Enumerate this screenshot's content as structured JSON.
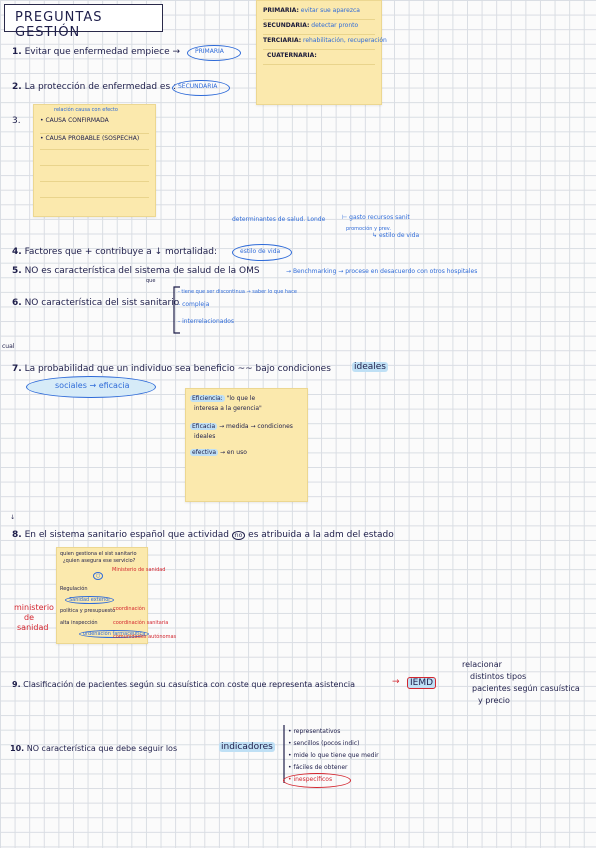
{
  "title": "PREGUNTAS GESTIÓN",
  "note_top": {
    "lines": [
      {
        "label": "PRIMARIA:",
        "text": "evitar sue aparezca"
      },
      {
        "label": "SECUNDARIA:",
        "text": "detectar pronto"
      },
      {
        "label": "TERCIARIA:",
        "text": "rehabilitación, recuperación"
      },
      {
        "label": "CUATERNARIA:",
        "text": ""
      }
    ]
  },
  "q1": {
    "num": "1.",
    "text": "Evitar que enfermedad empiece",
    "answer": "PRIMARIA"
  },
  "q2": {
    "num": "2.",
    "text": "La protección de enfermedad es",
    "answer": "SECUNDARIA"
  },
  "q3": {
    "num": "3.",
    "note_caption": "relación causa con efecto",
    "items": [
      "CAUSA CONFIRMADA",
      "CAUSA PROBABLE (SOSPECHA)"
    ]
  },
  "determinantes": {
    "text": "determinantes de salud. Londe",
    "branches": [
      "gasto recursos sanit",
      "estilo de vida"
    ],
    "small": "promoción y prev."
  },
  "q4": {
    "num": "4.",
    "text": "Factores que + contribuye a ↓ mortalidad:",
    "answer": "estilo de vida"
  },
  "q5": {
    "num": "5.",
    "text": "NO es característica del sistema de salud de la OMS",
    "note": "que",
    "answer": "Benchmarking → procese en desacuerdo con otros hospitales"
  },
  "q6": {
    "num": "6.",
    "text": "NO característica del sist sanitario",
    "items": [
      "tiene que ser discontinua → saber lo que hace",
      "compleja",
      "interrelacionados"
    ]
  },
  "q7": {
    "num": "7.",
    "text": "La probabilidad que un individuo sea beneficio ~~ bajo condiciones",
    "highlight": "ideales",
    "left_mark": "cual",
    "oval_text": "sociales → eficacia",
    "note": {
      "l1_hl": "Eficiencia:",
      "l1": "\"lo que le",
      "l2": "interesa a la gerencia\"",
      "l3_hl": "Eficacia",
      "l3": "→ medida → condiciones",
      "l4": "ideales",
      "l5_hl": "efectiva",
      "l5": "→ en uso"
    }
  },
  "q8": {
    "num": "8.",
    "text": "En el sistema sanitario español que actividad",
    "circled": "no",
    "text2": "es atribuida a la adm del estado",
    "left_label": [
      "ministerio",
      "de",
      "sanidad"
    ],
    "note_lines": [
      "quien gestiona el sist sanitario",
      "¿quien asegura ese servicio?",
      "Ministerio de sanidad",
      "Regulación",
      "Sanidad exterior",
      "política y presupuesto",
      "coordinación",
      "alta inspección",
      "ordenación farmacéutica",
      "coordinación sanitaria",
      "comunidades autónomas"
    ]
  },
  "q9": {
    "num": "9.",
    "text": "Clasificación de pacientes según su casuística con coste que representa asistencia",
    "answer": "IEMD",
    "note": [
      "relacionar",
      "distintos tipos",
      "pacientes según casuística",
      "y precio"
    ]
  },
  "q10": {
    "num": "10.",
    "text": "NO característica que debe seguir los",
    "highlight": "indicadores",
    "items": [
      "representativos",
      "sencillos (pocos indic)",
      "mide lo que tiene que medir",
      "fáciles de obtener",
      "inespecíficos"
    ]
  },
  "colors": {
    "ink": "#1e1e4a",
    "blue": "#2f6bd8",
    "red": "#d3262f",
    "note": "#fbe9ad",
    "highlight": "#bfe0f5"
  }
}
